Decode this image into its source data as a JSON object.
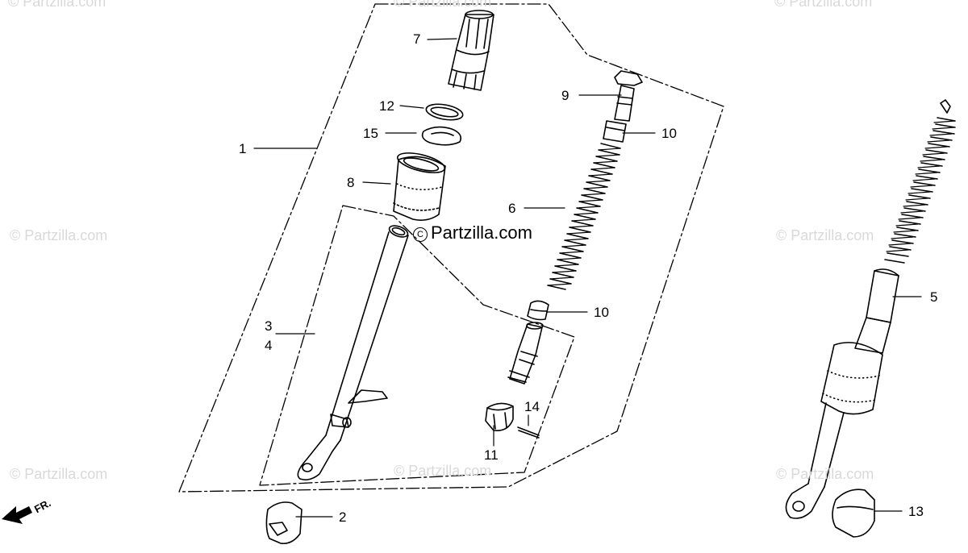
{
  "watermark": {
    "main": "Partzilla.com",
    "faint": "© Partzilla.com"
  },
  "direction_label": "FR.",
  "callouts": {
    "c1": "1",
    "c2": "2",
    "c3": "3",
    "c4": "4",
    "c5": "5",
    "c6": "6",
    "c7": "7",
    "c8": "8",
    "c9": "9",
    "c10a": "10",
    "c10b": "10",
    "c11": "11",
    "c12": "12",
    "c13": "13",
    "c14": "14",
    "c15": "15"
  },
  "colors": {
    "line": "#000000",
    "watermark": "#d9d9d9"
  }
}
